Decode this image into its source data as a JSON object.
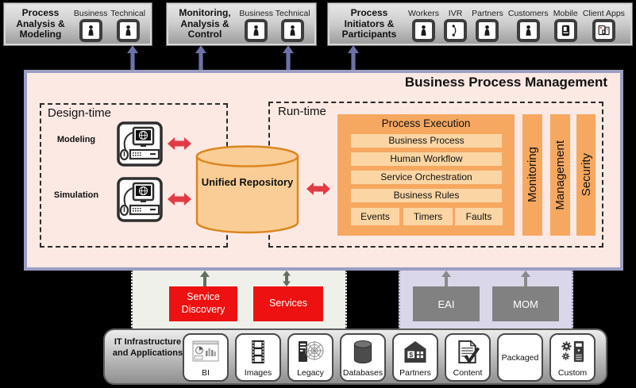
{
  "top_boxes": [
    {
      "title": "Process Analysis & Modeling",
      "groups": [
        {
          "label": "Business",
          "icon": "person"
        },
        {
          "label": "Technical",
          "icon": "person"
        }
      ]
    },
    {
      "title": "Monitoring, Analysis & Control",
      "groups": [
        {
          "label": "Business",
          "icon": "person"
        },
        {
          "label": "Technical",
          "icon": "person"
        }
      ]
    },
    {
      "title": "Process Initiators & Participants",
      "groups": [
        {
          "label": "Workers",
          "icon": "person"
        },
        {
          "label": "IVR",
          "icon": "phone-handset"
        },
        {
          "label": "Partners",
          "icon": "person"
        },
        {
          "label": "Customers",
          "icon": "person"
        },
        {
          "label": "Mobile",
          "icon": "mobile-device"
        },
        {
          "label": "Client Apps",
          "icon": "client-apps"
        }
      ]
    }
  ],
  "bpm": {
    "title": "Business Process Management",
    "design_time": {
      "label": "Design-time",
      "items": [
        {
          "label": "Modeling",
          "icon": "workstation"
        },
        {
          "label": "Simulation",
          "icon": "workstation"
        }
      ]
    },
    "repository": {
      "label": "Unified Repository"
    },
    "run_time": {
      "label": "Run-time",
      "process_execution": {
        "title": "Process Execution",
        "layers": [
          "Business Process",
          "Human Workflow",
          "Service Orchestration",
          "Business Rules"
        ],
        "handlers": [
          "Events",
          "Timers",
          "Faults"
        ]
      },
      "bars": [
        "Monitoring",
        "Management",
        "Security"
      ]
    }
  },
  "services_panel": {
    "discovery": "Service Discovery",
    "services": "Services"
  },
  "integration_panel": {
    "eai": "EAI",
    "mom": "MOM"
  },
  "it_bar": {
    "label": "IT Infrastructure and Applications",
    "tiles": [
      {
        "label": "BI",
        "icon": "bi-chart"
      },
      {
        "label": "Images",
        "icon": "film-strip"
      },
      {
        "label": "Legacy",
        "icon": "spiderweb-computer"
      },
      {
        "label": "Databases",
        "icon": "database-cylinder"
      },
      {
        "label": "Partners",
        "icon": "building-dollar"
      },
      {
        "label": "Content",
        "icon": "document-check"
      },
      {
        "label": "Packaged",
        "icon": "none"
      },
      {
        "label": "Custom",
        "icon": "gears-server"
      }
    ]
  },
  "colors": {
    "background": "#000000",
    "bpm_fill": "#fce9e3",
    "bpm_border": "#9b9dc1",
    "orange_block": "#f6a861",
    "orange_row": "#fbd6a4",
    "cylinder_fill": "#facd96",
    "cylinder_stroke": "#db861e",
    "red_arrow": "#e23b44",
    "red_box": "#ee1111",
    "purple_connector": "#6c71a6",
    "services_panel_fill": "#f0f0eb",
    "integration_panel_fill": "#d9d7e9",
    "gray_box": "#818181",
    "olive_arrow": "#62705f"
  }
}
